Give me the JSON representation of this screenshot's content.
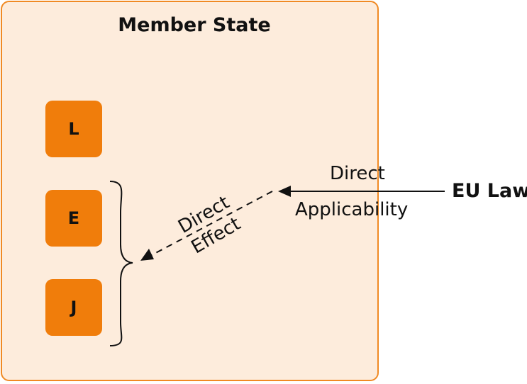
{
  "member_state": {
    "title": "Member State",
    "branches": [
      {
        "id": "l",
        "label": "L"
      },
      {
        "id": "e",
        "label": "E"
      },
      {
        "id": "j",
        "label": "J"
      }
    ]
  },
  "eu_law": {
    "label": "EU Law"
  },
  "arrows": {
    "direct_applicability": {
      "line1": "Direct",
      "line2": "Applicability",
      "style": "solid"
    },
    "direct_effect": {
      "line1": "Direct",
      "line2": "Effect",
      "style": "dashed"
    }
  },
  "colors": {
    "box_fill": "#fdecdc",
    "box_border": "#f08a24",
    "branch_fill": "#f07d0b",
    "text": "#111111"
  }
}
